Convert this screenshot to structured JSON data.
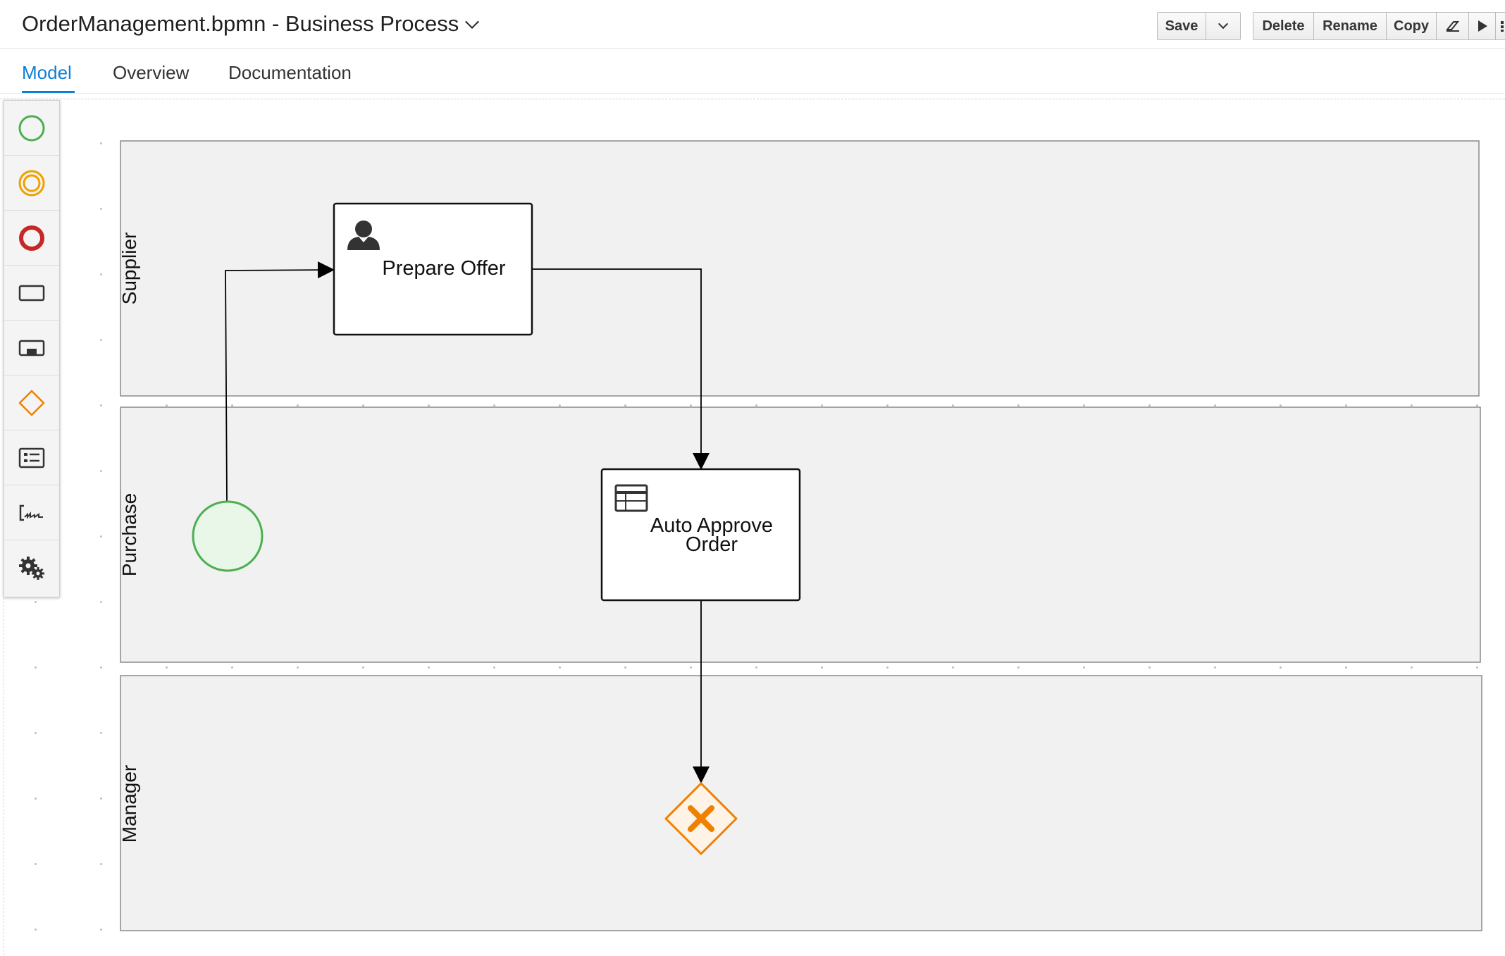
{
  "header": {
    "title": "OrderManagement.bpmn - Business Process",
    "buttons": {
      "save": "Save",
      "delete": "Delete",
      "rename": "Rename",
      "copy": "Copy"
    },
    "icons": [
      "chevron-down-icon",
      "eraser-icon",
      "play-icon",
      "grid-icon"
    ]
  },
  "tabs": [
    "Model",
    "Overview",
    "Documentation"
  ],
  "active_tab": "Model",
  "palette": {
    "items": [
      "start-event-icon",
      "intermediate-event-icon",
      "end-event-icon",
      "task-icon",
      "subprocess-icon",
      "gateway-icon",
      "container-icon",
      "artifact-annotation-icon",
      "custom-tasks-gear-icon"
    ]
  },
  "diagram": {
    "lanes": [
      "Supplier",
      "Purchase",
      "Manager"
    ],
    "tasks": {
      "prepare_offer": {
        "label": "Prepare Offer",
        "type": "user-task",
        "lane": "Supplier"
      },
      "auto_approve": {
        "line1": "Auto Approve",
        "line2": "Order",
        "type": "business-rule-task",
        "lane": "Purchase"
      }
    },
    "events": [
      {
        "type": "start",
        "lane": "Purchase"
      }
    ],
    "gateways": [
      {
        "type": "exclusive",
        "lane": "Manager"
      }
    ],
    "colors": {
      "lane_fill": "#f1f1f1",
      "start_event_stroke": "#4caf50",
      "start_event_fill": "#e8f7e8",
      "gateway_stroke": "#f08000",
      "gateway_fill": "#fff3e6",
      "accent": "#0b7fd6"
    }
  }
}
